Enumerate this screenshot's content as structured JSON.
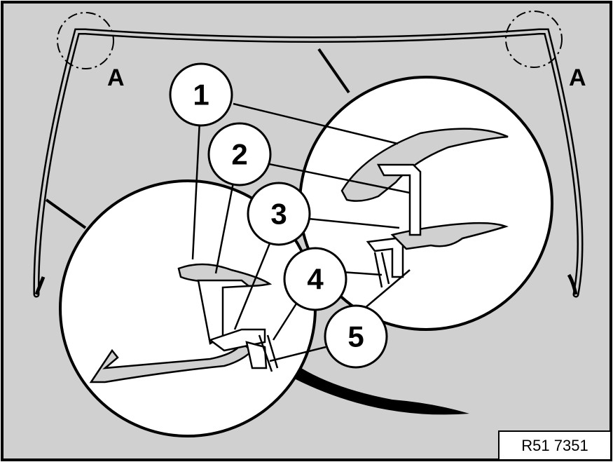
{
  "callouts": [
    {
      "id": "1",
      "label": "1"
    },
    {
      "id": "2",
      "label": "2"
    },
    {
      "id": "3",
      "label": "3"
    },
    {
      "id": "4",
      "label": "4"
    },
    {
      "id": "5",
      "label": "5"
    }
  ],
  "detail_markers": [
    {
      "label": "A"
    },
    {
      "label": "A"
    }
  ],
  "reference_code": "R51 7351",
  "colors": {
    "background": "#d0d0d0",
    "outline": "#000000",
    "paper": "#ffffff"
  }
}
